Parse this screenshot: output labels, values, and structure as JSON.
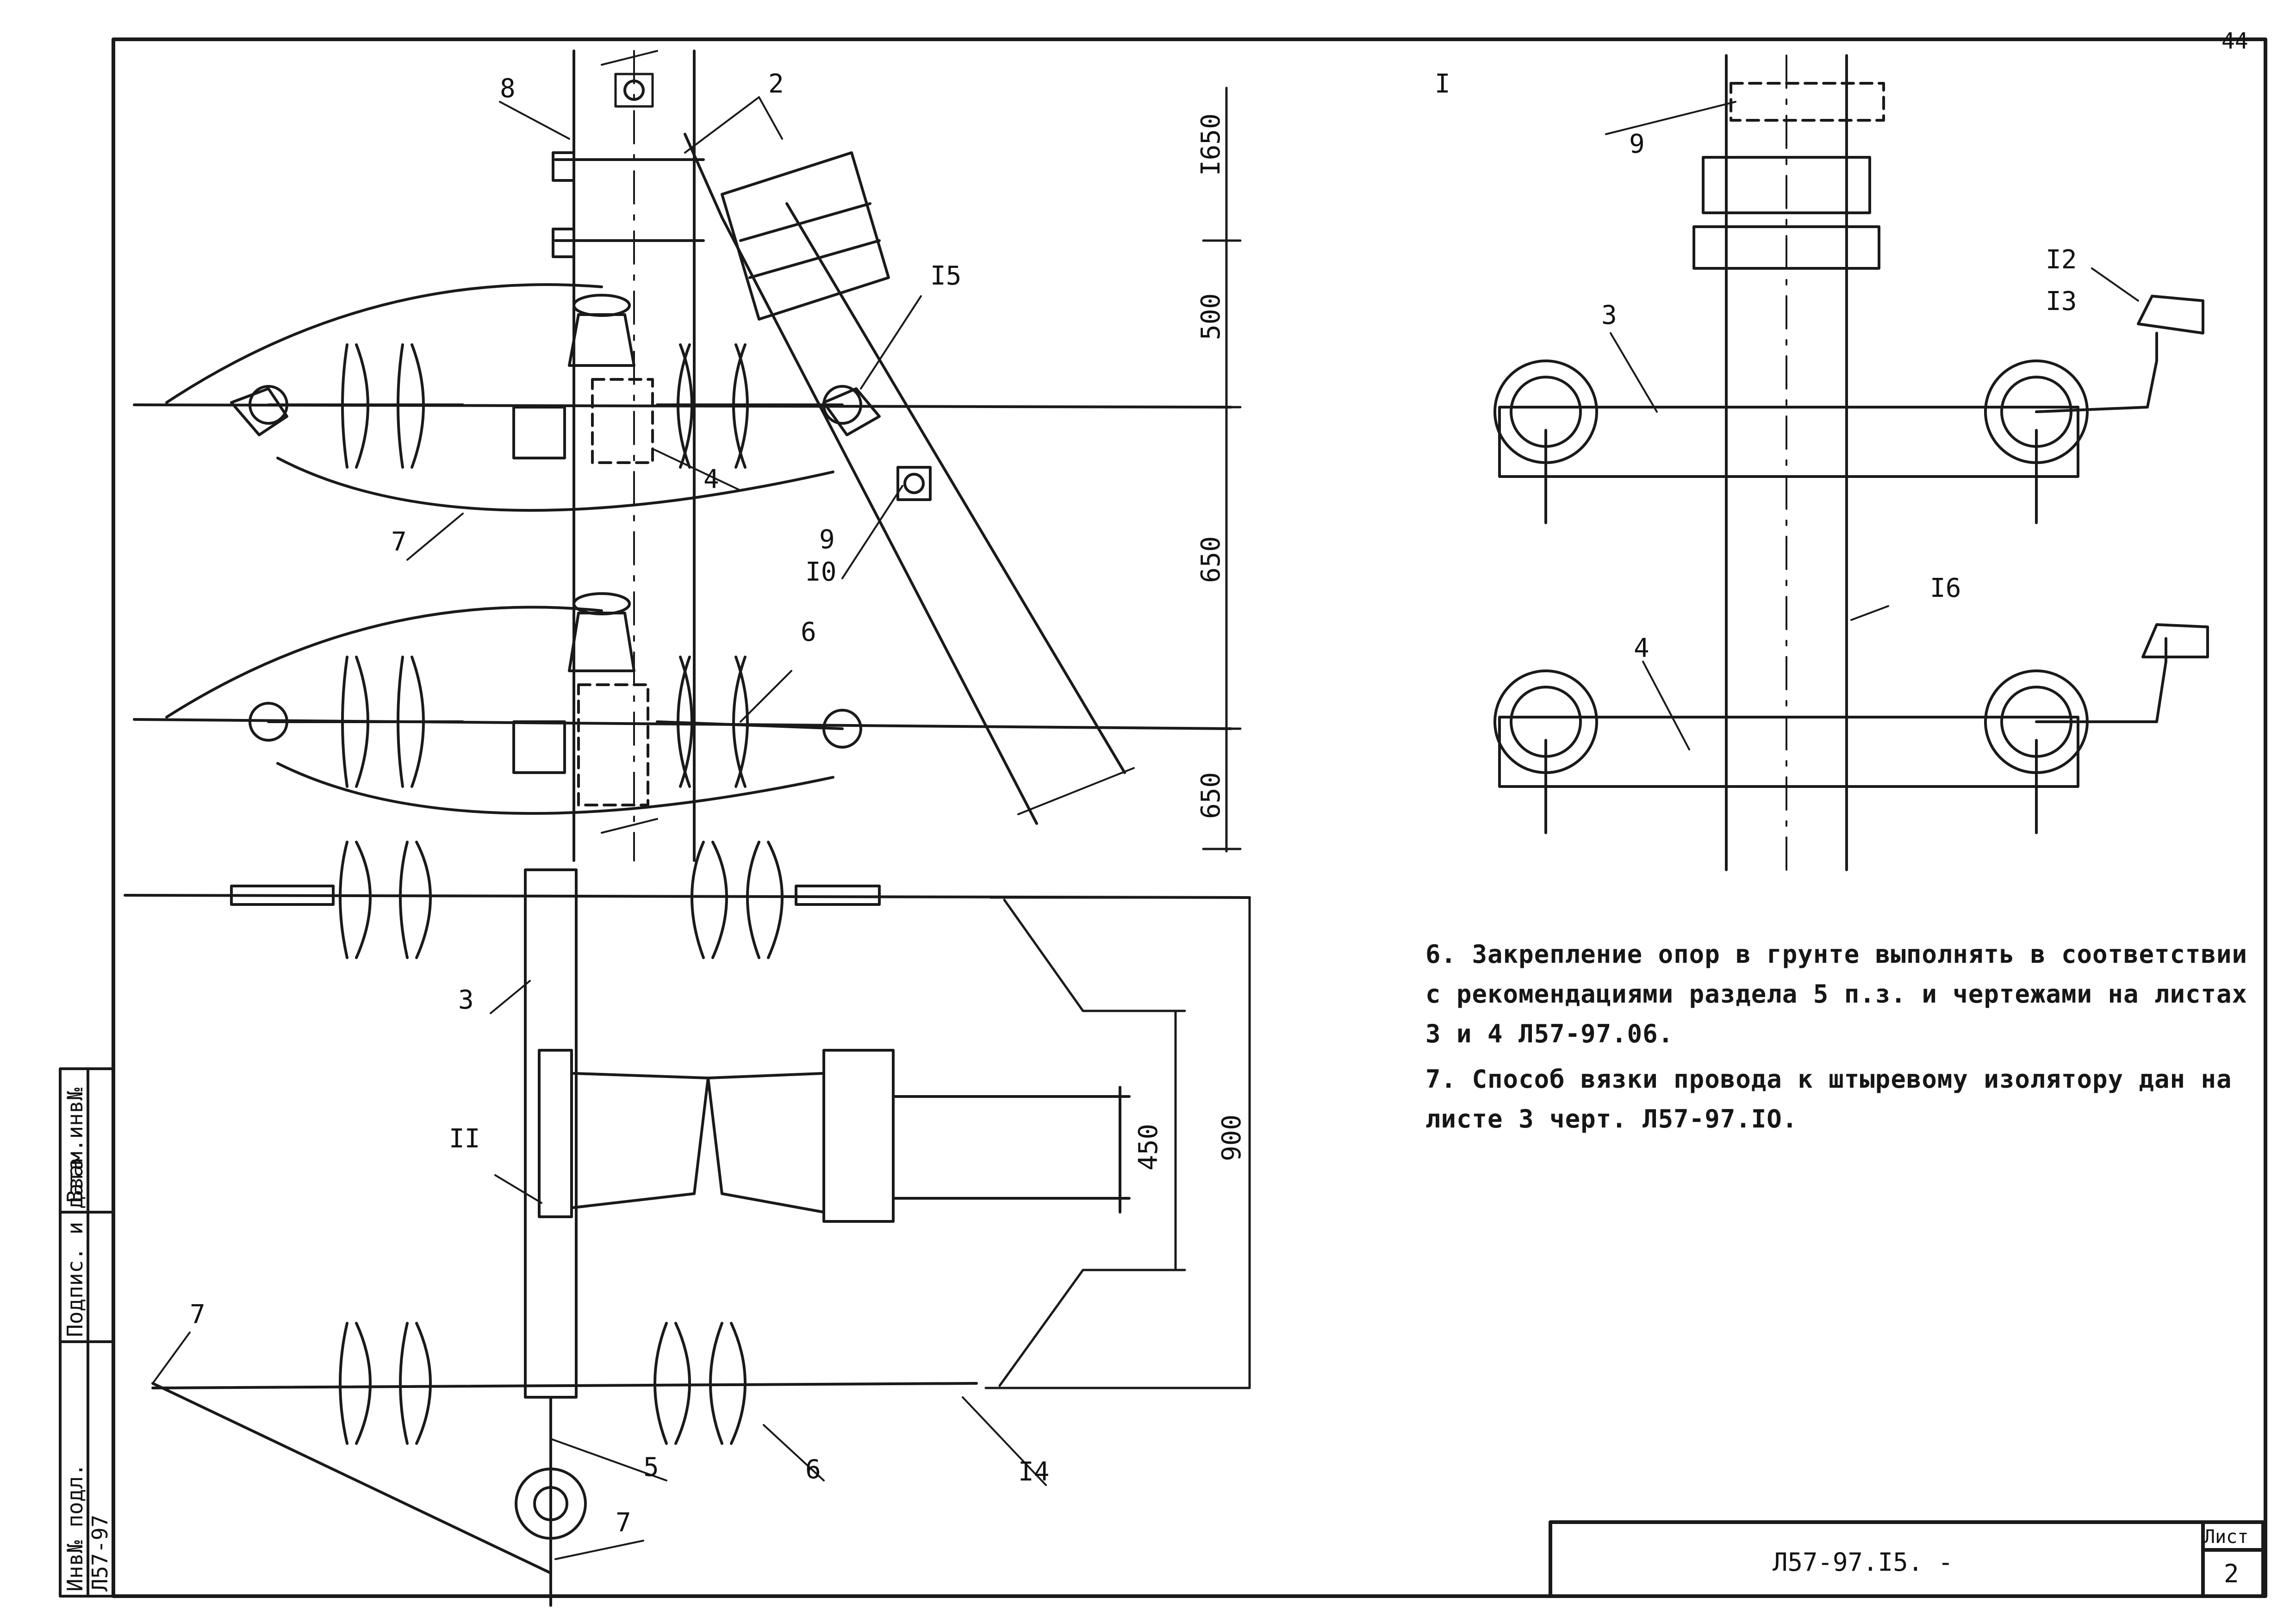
{
  "sheet": {
    "page_number": "44",
    "view_label": "I",
    "callouts_main": [
      "8",
      "2",
      "I5",
      "4",
      "9",
      "I0",
      "7",
      "6",
      "3",
      "II",
      "7",
      "5",
      "6",
      "7",
      "I4"
    ],
    "callouts_view": [
      "9",
      "I2",
      "I3",
      "3",
      "4",
      "I6"
    ],
    "dimensions_vertical": [
      "I650",
      "500",
      "650",
      "650"
    ],
    "dimensions_lower": [
      "900",
      "450"
    ]
  },
  "notes": {
    "item6": "6. Закрепление опор в грунте выполнять в соответствии с рекомендациями раздела 5 п.з. и чертежами на листах 3 и 4 Л57-97.06.",
    "item7": "7. Способ вязки провода к штыревому изолятору дан на листе 3 черт. Л57-97.IO."
  },
  "side_stamp": {
    "inv_podl": "Инв№ подл.",
    "inv_number": "Л57-97",
    "podpis_data": "Подпис. и дата",
    "vzam_inv": "Взам.инв№"
  },
  "title_block": {
    "doc_code": "Л57-97.I5. -",
    "sheet_label": "Лист",
    "sheet_number": "2"
  }
}
